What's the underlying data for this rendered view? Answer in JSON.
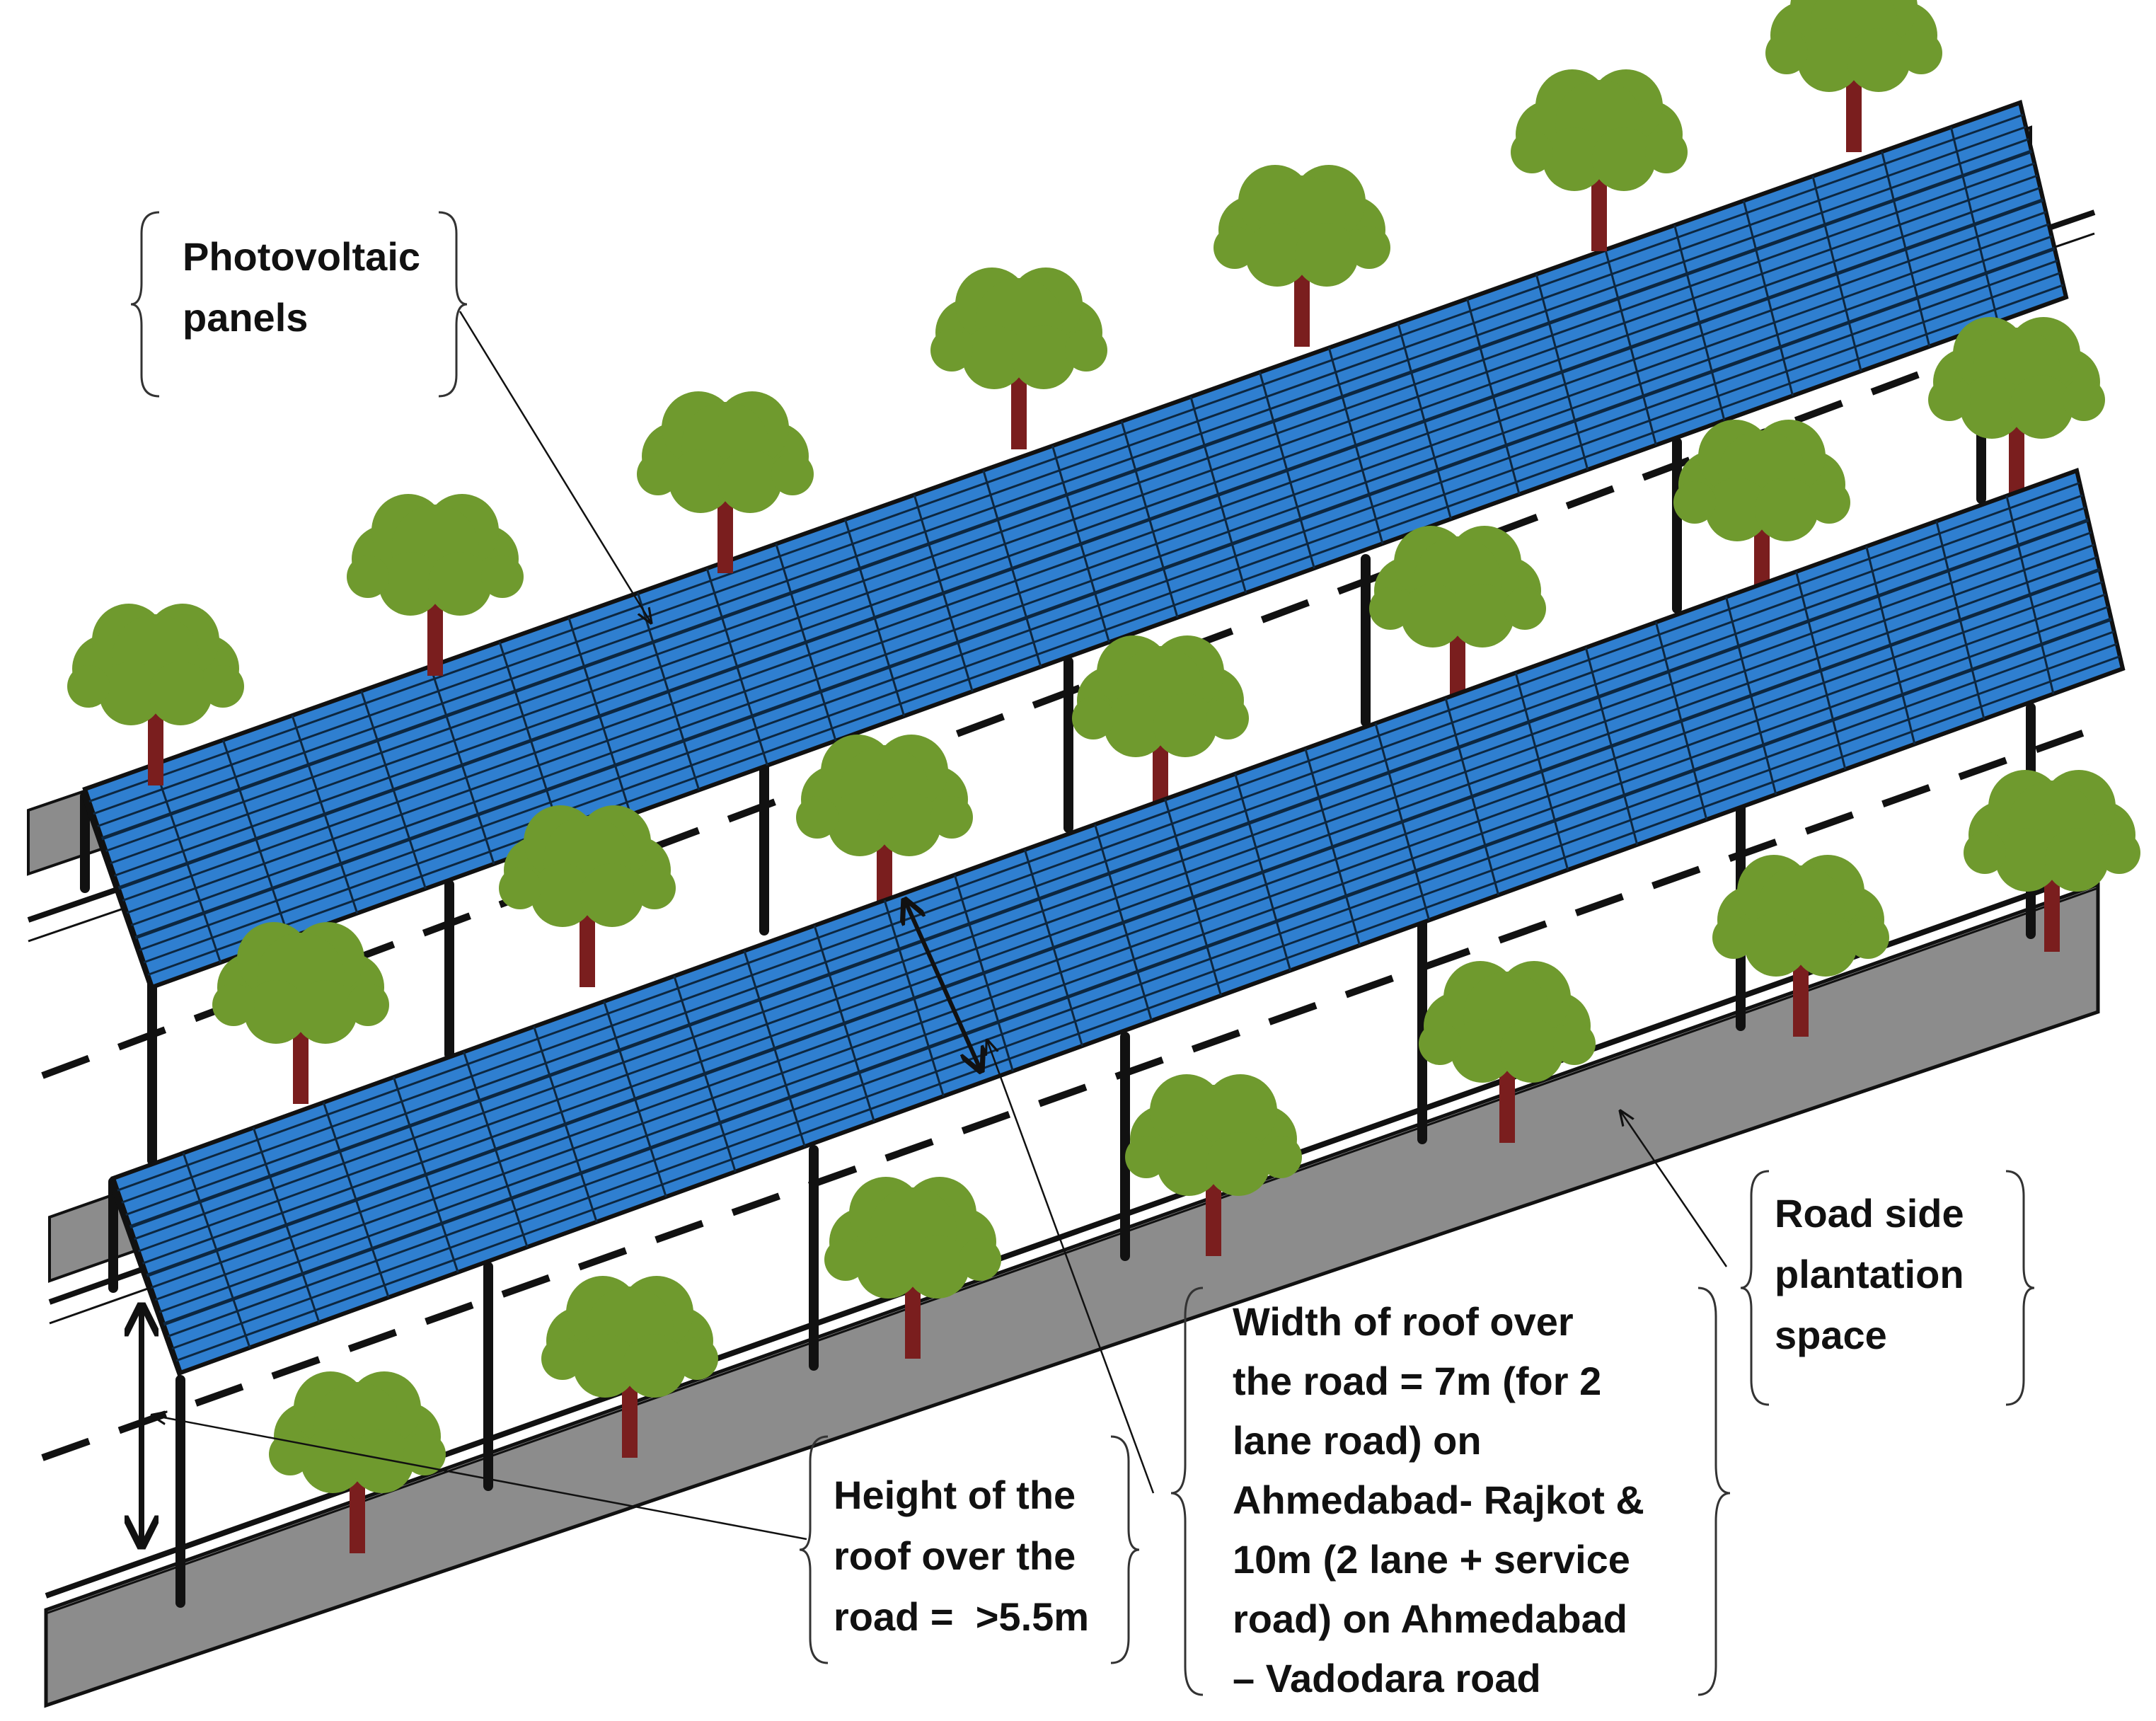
{
  "labels": {
    "photovoltaic": "Photovoltaic\npanels",
    "road_side": "Road side\nplantation\nspace",
    "roof_width": "Width of roof over\nthe road = 7m (for 2\nlane road) on\nAhmedabad- Rajkot &\n10m (2 lane + service\nroad) on Ahmedabad\n– Vadodara road",
    "roof_height": "Height of the\nroof over the\nroad =  >5.5m"
  },
  "colors": {
    "panel_blue": "#2f7fd0",
    "panel_grid": "#0d2740",
    "road_gray": "#8c8c8c",
    "tree_green": "#6f9a2e",
    "trunk_brown": "#7a1e1e",
    "structure_black": "#111111"
  },
  "icons": [
    "tree-icon",
    "photovoltaic-panel-icon",
    "pillar-icon",
    "double-arrow-icon",
    "brace-icon"
  ]
}
